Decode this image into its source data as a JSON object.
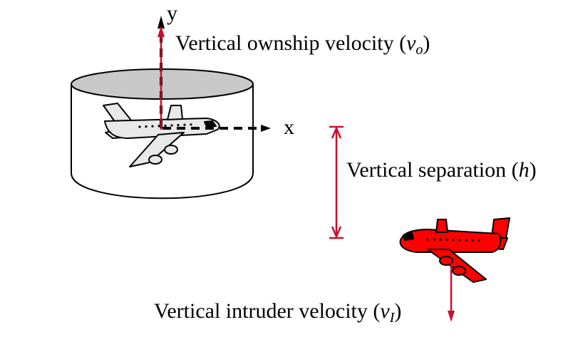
{
  "axes": {
    "y_label": "y",
    "x_label": "x"
  },
  "labels": {
    "ownship_velocity_text": "Vertical ownship velocity ",
    "ownship_velocity_symbol": "v",
    "ownship_velocity_subscript": "o",
    "separation_text": "Vertical separation ",
    "separation_symbol": "h",
    "intruder_velocity_text": "Vertical intruder velocity ",
    "intruder_velocity_symbol": "v",
    "intruder_velocity_subscript": "I",
    "open_paren": "(",
    "close_paren": ")"
  },
  "colors": {
    "ownship_aircraft": "#e8e8e8",
    "intruder_aircraft": "#ff0000",
    "vector": "#c8102e",
    "cylinder_top": "#c8c8c8",
    "outline": "#000000"
  },
  "icons": {
    "ownship": "airplane-icon",
    "intruder": "airplane-icon"
  }
}
